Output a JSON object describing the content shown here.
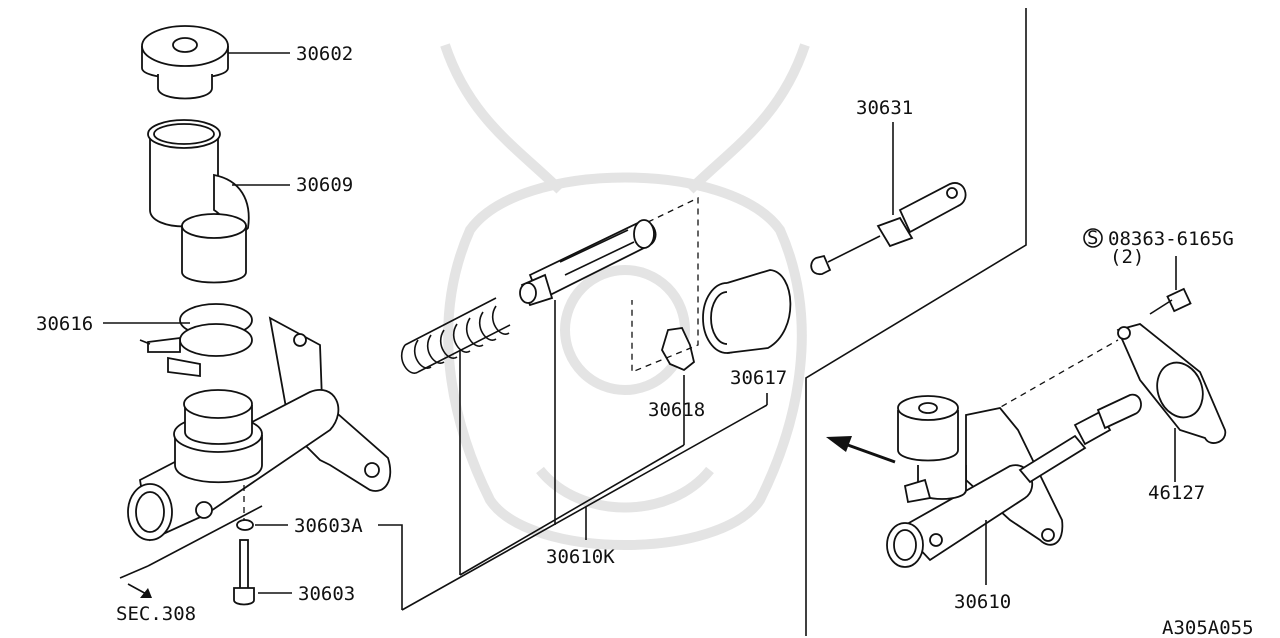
{
  "labels": {
    "p30602": "30602",
    "p30609": "30609",
    "p30616": "30616",
    "p30603a": "30603A",
    "p30603": "30603",
    "sec": "SEC.308",
    "p30610k": "30610K",
    "p30618": "30618",
    "p30617": "30617",
    "p30631": "30631",
    "bolt_circle": "S",
    "bolt_num": "08363-6165G",
    "bolt_qty": "(2)",
    "p46127": "46127",
    "p30610": "30610",
    "figure_code": "A305A055"
  }
}
